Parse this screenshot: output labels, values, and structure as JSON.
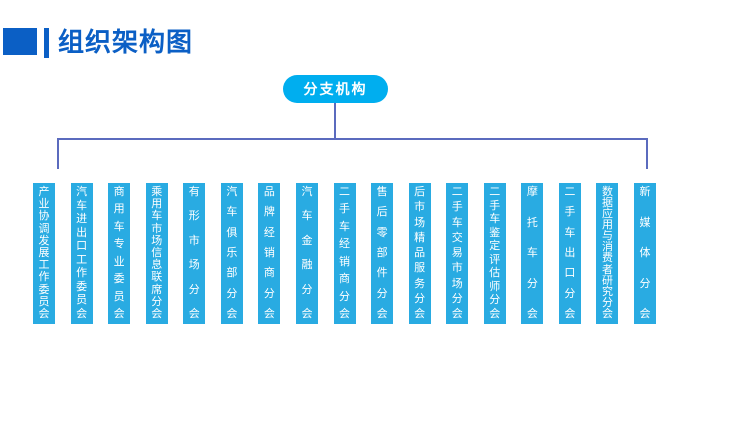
{
  "slide": {
    "title": "组织架构图",
    "colors": {
      "background": "#FFFFFF",
      "title_blue": "#0B5FC5",
      "node_cyan": "#00AEEF",
      "bar_cyan": "#29ABE2",
      "connector": "#5B6BBE",
      "bar_text": "#FFFFFF"
    }
  },
  "org_chart": {
    "root": {
      "label": "分支机构"
    },
    "branches": [
      {
        "label": "产业协调发展工作委员会"
      },
      {
        "label": "汽车进出口工作委员会"
      },
      {
        "label": "商用车专业委员会"
      },
      {
        "label": "乘用车市场信息联席分会"
      },
      {
        "label": "有形市场分会"
      },
      {
        "label": "汽车俱乐部分会"
      },
      {
        "label": "品牌经销商分会"
      },
      {
        "label": "汽车金融分会"
      },
      {
        "label": "二手车经销商分会"
      },
      {
        "label": "售后零部件分会"
      },
      {
        "label": "后市场精品服务分会"
      },
      {
        "label": "二手车交易市场分会"
      },
      {
        "label": "二手车鉴定评估师分会"
      },
      {
        "label": "摩托车分会"
      },
      {
        "label": "二手车出口分会"
      },
      {
        "label": "数据应用与消费者研究分会"
      },
      {
        "label": "新媒体分会"
      }
    ]
  }
}
